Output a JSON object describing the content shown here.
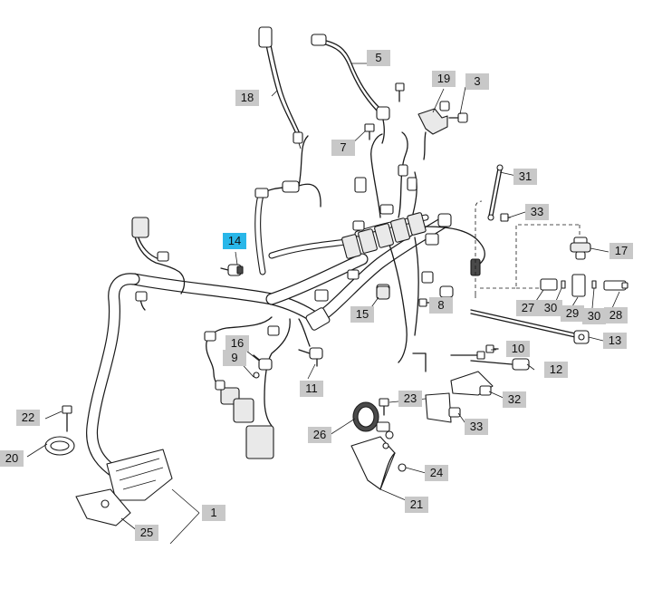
{
  "callouts": [
    {
      "id": "p1",
      "label": "1",
      "highlighted": false
    },
    {
      "id": "p3",
      "label": "3",
      "highlighted": false
    },
    {
      "id": "p5",
      "label": "5",
      "highlighted": false
    },
    {
      "id": "p7",
      "label": "7",
      "highlighted": false
    },
    {
      "id": "p8",
      "label": "8",
      "highlighted": false
    },
    {
      "id": "p9",
      "label": "9",
      "highlighted": false
    },
    {
      "id": "p10",
      "label": "10",
      "highlighted": false
    },
    {
      "id": "p11",
      "label": "11",
      "highlighted": false
    },
    {
      "id": "p12",
      "label": "12",
      "highlighted": false
    },
    {
      "id": "p13",
      "label": "13",
      "highlighted": false
    },
    {
      "id": "p14",
      "label": "14",
      "highlighted": true
    },
    {
      "id": "p15",
      "label": "15",
      "highlighted": false
    },
    {
      "id": "p16",
      "label": "16",
      "highlighted": false
    },
    {
      "id": "p17",
      "label": "17",
      "highlighted": false
    },
    {
      "id": "p18",
      "label": "18",
      "highlighted": false
    },
    {
      "id": "p19",
      "label": "19",
      "highlighted": false
    },
    {
      "id": "p20",
      "label": "20",
      "highlighted": false
    },
    {
      "id": "p21",
      "label": "21",
      "highlighted": false
    },
    {
      "id": "p22",
      "label": "22",
      "highlighted": false
    },
    {
      "id": "p23",
      "label": "23",
      "highlighted": false
    },
    {
      "id": "p24",
      "label": "24",
      "highlighted": false
    },
    {
      "id": "p25",
      "label": "25",
      "highlighted": false
    },
    {
      "id": "p26",
      "label": "26",
      "highlighted": false
    },
    {
      "id": "p27",
      "label": "27",
      "highlighted": false
    },
    {
      "id": "p28",
      "label": "28",
      "highlighted": false
    },
    {
      "id": "p29",
      "label": "29",
      "highlighted": false
    },
    {
      "id": "p30a",
      "label": "30",
      "highlighted": false
    },
    {
      "id": "p30b",
      "label": "30",
      "highlighted": false
    },
    {
      "id": "p31",
      "label": "31",
      "highlighted": false
    },
    {
      "id": "p32",
      "label": "32",
      "highlighted": false
    },
    {
      "id": "p33a",
      "label": "33",
      "highlighted": false
    },
    {
      "id": "p33b",
      "label": "33",
      "highlighted": false
    }
  ],
  "colors": {
    "callout_bg": "#c8c8c8",
    "callout_highlight": "#29b7e9",
    "line": "#1a1a1a",
    "background": "#ffffff"
  }
}
